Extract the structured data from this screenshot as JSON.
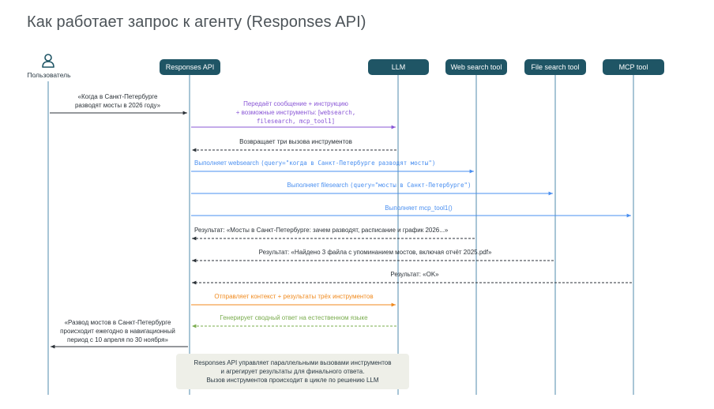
{
  "title": "Как работает запрос к агенту (Responses API)",
  "actors": {
    "user": "Пользователь",
    "responses_api": "Responses API",
    "llm": "LLM",
    "web_search": "Web search tool",
    "file_search": "File search tool",
    "mcp": "MCP tool"
  },
  "messages": {
    "m1_line1": "«Когда в Санкт-Петербурге",
    "m1_line2": "разводят мосты в 2026 году»",
    "m2_line1": "Передаёт сообщение + инструкцию",
    "m2_line2_prefix": "+ возможные инструменты: [",
    "m2_line2_code": "websearch,",
    "m2_line3_code": "filesearch, mcp_tool1]",
    "m3": "Возвращает три вызова инструментов",
    "m4_prefix": "Выполняет websearch ",
    "m4_code": "(query=\"когда в Санкт-Петербурге разводят мосты\")",
    "m5_prefix": "Выполняет filesearch ",
    "m5_code": "(query=\"мосты в Санкт-Петербурге\")",
    "m6": "Выполняет mcp_tool1()",
    "m7": "Результат: «Мосты в Санкт-Петербурге: зачем разводят, расписание и график 2026...»",
    "m8": "Результат: «Найдено 3 файла с упоминанием мостов, включая отчёт 2025.pdf»",
    "m9": "Результат: «OK»",
    "m10": "Отправляет контекст + результаты трёх инструментов",
    "m11": "Генерирует сводный ответ на естественном языке",
    "m12_line1": "«Развод мостов в Санкт-Петербурге",
    "m12_line2": "происходит ежегодно в навигационный",
    "m12_line3": "период с 10 апреля по 30 ноября»"
  },
  "note": {
    "line1": "Responses API управляет параллельными вызовами инструментов",
    "line2": "и агрегирует результаты для финального ответа.",
    "line3": "Вызов инструментов происходит в цикле по решению LLM"
  },
  "colors": {
    "header": "#1f5565",
    "purple": "#8a57d6",
    "blue": "#4a8ff0",
    "orange": "#f08a1e",
    "green": "#7aac4e",
    "dark": "#2b3238",
    "lifeline": "#7aa6bf"
  },
  "icons": [
    "user-icon"
  ]
}
